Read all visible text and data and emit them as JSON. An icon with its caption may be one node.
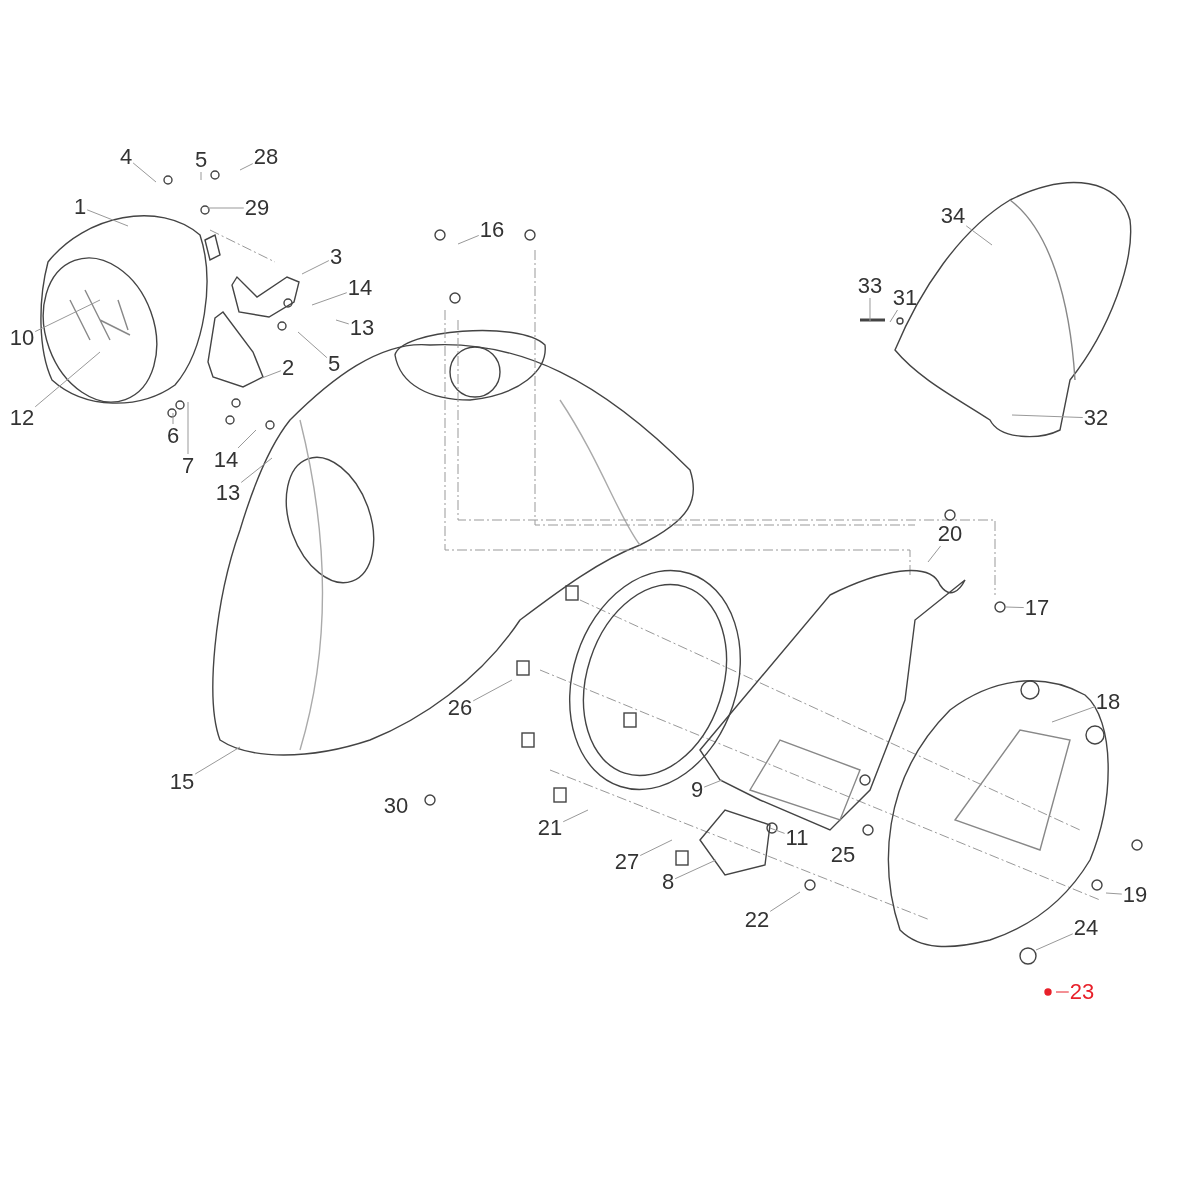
{
  "diagram": {
    "nodes": [
      {
        "text": [
          "4"
        ]
      },
      {
        "text": [
          "5"
        ]
      },
      {
        "text": [
          "28"
        ]
      },
      {
        "text": [
          "1"
        ]
      },
      {
        "text": [
          "29"
        ]
      },
      {
        "text": [
          "16"
        ]
      },
      {
        "text": [
          "34"
        ]
      },
      {
        "text": [
          "3"
        ]
      },
      {
        "text": [
          "33"
        ]
      },
      {
        "text": [
          "31"
        ]
      },
      {
        "text": [
          "14"
        ]
      },
      {
        "text": [
          "13"
        ]
      },
      {
        "text": [
          "10"
        ]
      },
      {
        "text": [
          "5"
        ]
      },
      {
        "text": [
          "2"
        ]
      },
      {
        "text": [
          "12"
        ]
      },
      {
        "text": [
          "32"
        ]
      },
      {
        "text": [
          "6"
        ]
      },
      {
        "text": [
          "7"
        ]
      },
      {
        "text": [
          "14"
        ]
      },
      {
        "text": [
          "13"
        ]
      },
      {
        "text": [
          "20"
        ]
      },
      {
        "text": [
          "17"
        ]
      },
      {
        "text": [
          "18"
        ]
      },
      {
        "text": [
          "26"
        ]
      },
      {
        "text": [
          "15"
        ]
      },
      {
        "text": [
          "9"
        ]
      },
      {
        "text": [
          "30"
        ]
      },
      {
        "text": [
          "21"
        ]
      },
      {
        "text": [
          "11"
        ]
      },
      {
        "text": [
          "25"
        ]
      },
      {
        "text": [
          "27"
        ]
      },
      {
        "text": [
          "8"
        ]
      },
      {
        "text": [
          "19"
        ]
      },
      {
        "text": [
          "22"
        ]
      },
      {
        "text": [
          "24"
        ]
      },
      {
        "text": [
          "23"
        ]
      }
    ],
    "edges": [
      {
        "from": 0,
        "to": null,
        "arrow": "none"
      },
      {
        "from": 1,
        "to": null,
        "arrow": "none"
      },
      {
        "from": 2,
        "to": null,
        "arrow": "none"
      },
      {
        "from": 3,
        "to": null,
        "arrow": "none"
      },
      {
        "from": 4,
        "to": null,
        "arrow": "none"
      },
      {
        "from": 5,
        "to": null,
        "arrow": "none"
      },
      {
        "from": 6,
        "to": null,
        "arrow": "none"
      },
      {
        "from": 7,
        "to": null,
        "arrow": "none"
      },
      {
        "from": 8,
        "to": null,
        "arrow": "none"
      },
      {
        "from": 9,
        "to": null,
        "arrow": "none"
      },
      {
        "from": 10,
        "to": null,
        "arrow": "none"
      },
      {
        "from": 11,
        "to": null,
        "arrow": "none"
      },
      {
        "from": 12,
        "to": null,
        "arrow": "none"
      },
      {
        "from": 13,
        "to": null,
        "arrow": "none"
      },
      {
        "from": 14,
        "to": null,
        "arrow": "none"
      },
      {
        "from": 15,
        "to": null,
        "arrow": "none"
      },
      {
        "from": 16,
        "to": null,
        "arrow": "none"
      },
      {
        "from": 17,
        "to": null,
        "arrow": "none"
      },
      {
        "from": 18,
        "to": null,
        "arrow": "none"
      },
      {
        "from": 19,
        "to": null,
        "arrow": "none"
      },
      {
        "from": 20,
        "to": null,
        "arrow": "none"
      },
      {
        "from": 21,
        "to": null,
        "arrow": "none"
      },
      {
        "from": 22,
        "to": null,
        "arrow": "none"
      },
      {
        "from": 23,
        "to": null,
        "arrow": "none"
      },
      {
        "from": 24,
        "to": null,
        "arrow": "none"
      },
      {
        "from": 25,
        "to": null,
        "arrow": "none"
      },
      {
        "from": 26,
        "to": null,
        "arrow": "none"
      },
      {
        "from": 28,
        "to": null,
        "arrow": "none"
      },
      {
        "from": 29,
        "to": null,
        "arrow": "none"
      },
      {
        "from": 31,
        "to": null,
        "arrow": "none"
      },
      {
        "from": 32,
        "to": null,
        "arrow": "none"
      },
      {
        "from": 33,
        "to": null,
        "arrow": "none"
      },
      {
        "from": 34,
        "to": null,
        "arrow": "none"
      },
      {
        "from": 35,
        "to": null,
        "arrow": "none"
      },
      {
        "from": 36,
        "to": null,
        "arrow": "none",
        "color": "#e8202a"
      }
    ]
  }
}
